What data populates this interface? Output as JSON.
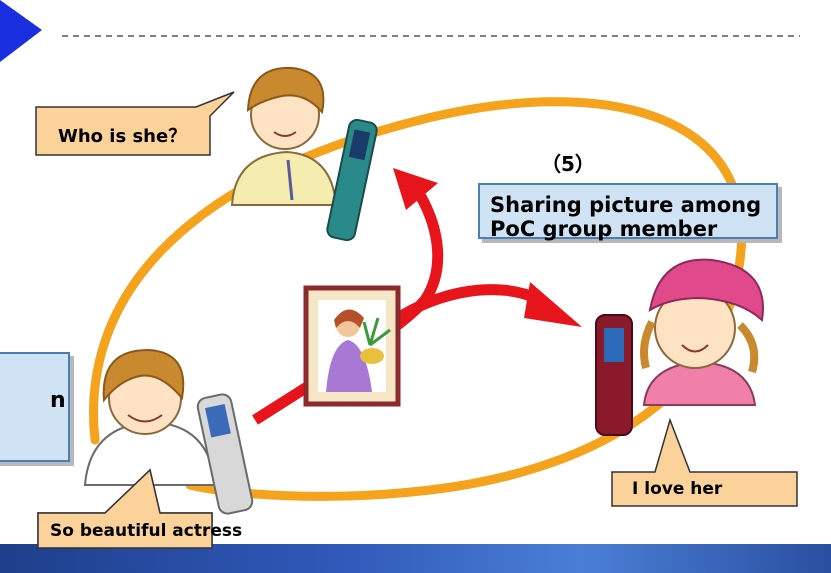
{
  "step_label": "（5）",
  "info_box": {
    "line1": "Sharing picture among",
    "line2": "PoC group member"
  },
  "bubbles": {
    "top_left": "Who is she？",
    "bottom_right": "I love her",
    "bottom_center": "So beautiful actress"
  },
  "left_box_fragment": "n",
  "colors": {
    "loop": "#f5a21c",
    "arrow": "#e8141c",
    "bubble_fill": "#fbd29a",
    "info_fill": "#cfe3f5",
    "info_border": "#4a7fb5",
    "nav_arrow": "#1a2fe0"
  },
  "icons": [
    "person-top-icon",
    "person-left-icon",
    "girl-right-icon",
    "phone-icon",
    "picture-frame-icon"
  ]
}
